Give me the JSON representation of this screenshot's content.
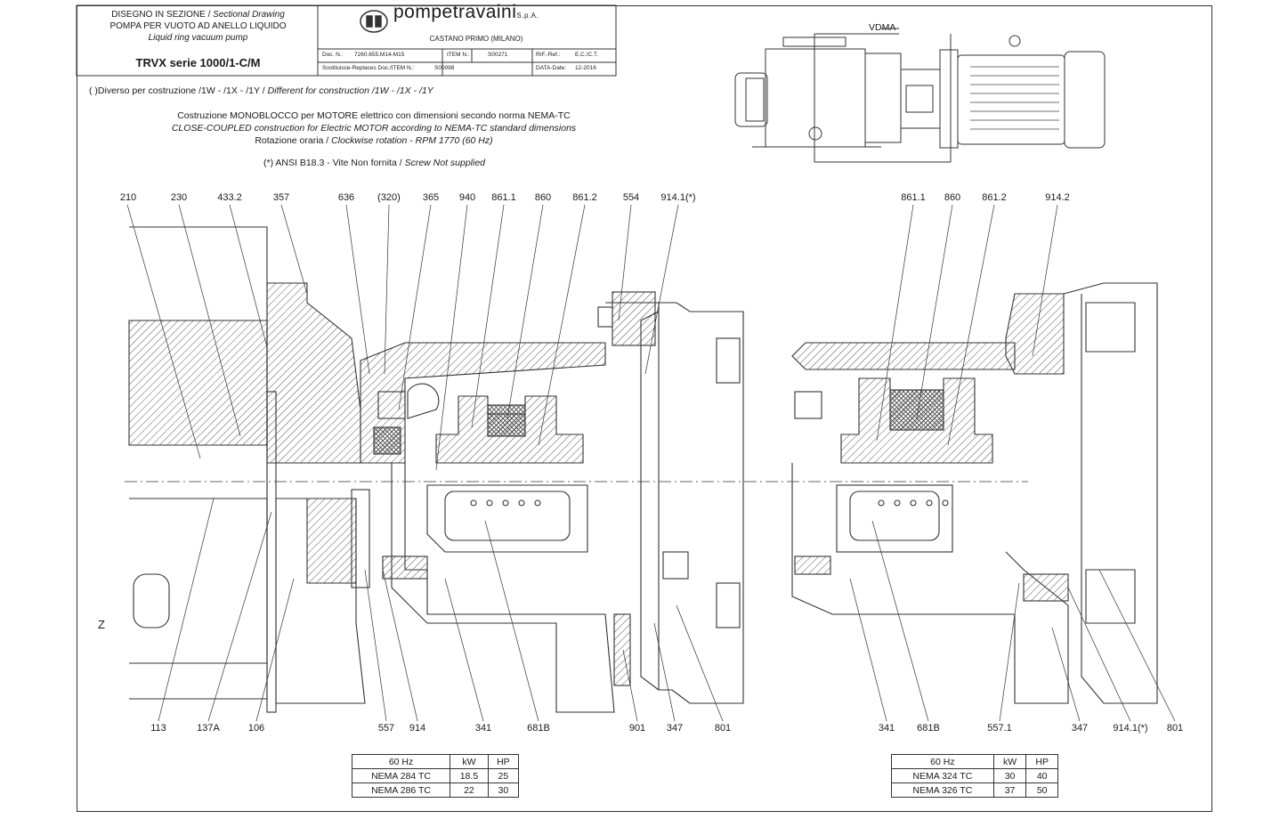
{
  "title_block": {
    "line1_it": "DISEGNO IN SEZIONE",
    "line1_en": "Sectional Drawing",
    "line2": "POMPA PER VUOTO AD ANELLO LIQUIDO",
    "line3": "Liquid ring vacuum pump",
    "model": "TRVX serie 1000/1-C/M",
    "brand": "pompetravaini",
    "brand_suffix": "S.p.A.",
    "location": "CASTANO PRIMO (MILANO)",
    "doc_label": "Doc. N.:",
    "doc_value": "7260.655.M14-M15",
    "item_label": "ITEM N.:",
    "item_value": "S00271",
    "ref_label": "RIF.-Ref.:",
    "ref_value": "E.C./C.T.",
    "replaces_label": "Sostituisce-Replaces Doc./ITEM N.:",
    "replaces_value": "S00098",
    "date_label": "DATA-Date:",
    "date_value": "12-2016"
  },
  "notes": {
    "variant": "( )Diverso per costruzione /1W - /1X - /1Y",
    "variant_en": "Different for construction /1W - /1X - /1Y",
    "construction_it": "Costruzione MONOBLOCCO per MOTORE elettrico con dimensioni secondo norma NEMA-TC",
    "construction_en": "CLOSE-COUPLED construction for Electric MOTOR according to NEMA-TC standard dimensions",
    "rotation_it": "Rotazione oraria /",
    "rotation_en": "Clockwise rotation - RPM 1770 (60 Hz)",
    "screw_it": "(*)  ANSI B18.3 - Vite Non fornita /",
    "screw_en": "Screw Not supplied",
    "vdma": "VDMA",
    "z_mark": "Z"
  },
  "labels_top_left": [
    "210",
    "230",
    "433.2",
    "357",
    "636",
    "(320)",
    "365",
    "940",
    "861.1",
    "860",
    "861.2",
    "554",
    "914.1(*)"
  ],
  "labels_bottom_left": [
    "113",
    "137A",
    "106",
    "557",
    "914",
    "341",
    "681B",
    "901",
    "347",
    "801"
  ],
  "labels_top_right": [
    "861.1",
    "860",
    "861.2",
    "914.2"
  ],
  "labels_bottom_right": [
    "341",
    "681B",
    "557.1",
    "347",
    "914.1(*)",
    "801"
  ],
  "table_left": {
    "header": [
      "60 Hz",
      "kW",
      "HP"
    ],
    "rows": [
      [
        "NEMA 284 TC",
        "18.5",
        "25"
      ],
      [
        "NEMA 286 TC",
        "22",
        "30"
      ]
    ]
  },
  "table_right": {
    "header": [
      "60 Hz",
      "kW",
      "HP"
    ],
    "rows": [
      [
        "NEMA 324 TC",
        "30",
        "40"
      ],
      [
        "NEMA 326 TC",
        "37",
        "50"
      ]
    ]
  },
  "colors": {
    "line": "#333333",
    "hatch": "#555555"
  }
}
